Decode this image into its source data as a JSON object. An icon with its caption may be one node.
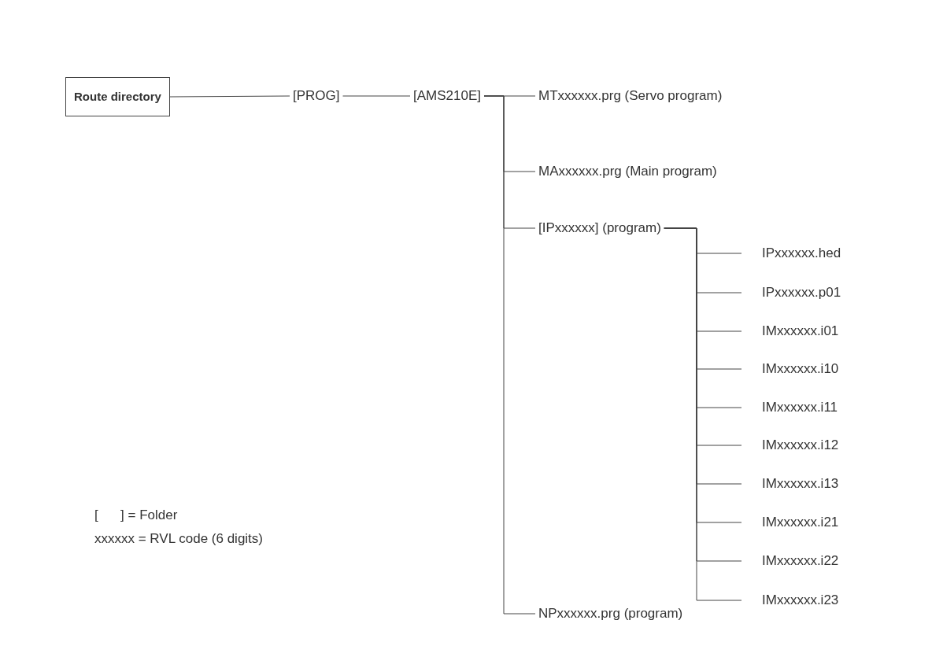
{
  "diagram": {
    "nodes": [
      {
        "text": [
          "Route directory"
        ]
      },
      {
        "text": [
          "[PROG]"
        ]
      },
      {
        "text": [
          "[AMS210E]"
        ]
      },
      {
        "text": [
          "MTxxxxxx.prg (Servo program)"
        ]
      },
      {
        "text": [
          "MAxxxxxx.prg (Main program)"
        ]
      },
      {
        "text": [
          "[IPxxxxxx] (program)"
        ]
      },
      {
        "text": [
          "IPxxxxxx.hed"
        ]
      },
      {
        "text": [
          "IPxxxxxx.p01"
        ]
      },
      {
        "text": [
          "IMxxxxxx.i01"
        ]
      },
      {
        "text": [
          "IMxxxxxx.i10"
        ]
      },
      {
        "text": [
          "IMxxxxxx.i11"
        ]
      },
      {
        "text": [
          "IMxxxxxx.i12"
        ]
      },
      {
        "text": [
          "IMxxxxxx.i13"
        ]
      },
      {
        "text": [
          "IMxxxxxx.i21"
        ]
      },
      {
        "text": [
          "IMxxxxxx.i22"
        ]
      },
      {
        "text": [
          "IMxxxxxx.i23"
        ]
      },
      {
        "text": [
          "NPxxxxxx.prg (program)"
        ]
      }
    ],
    "edges": [
      {
        "from": 0,
        "to": 1,
        "arrow": "none"
      },
      {
        "from": 1,
        "to": 2,
        "arrow": "none"
      },
      {
        "from": 2,
        "to": 3,
        "arrow": "none"
      },
      {
        "from": 2,
        "to": 4,
        "arrow": "none"
      },
      {
        "from": 2,
        "to": 5,
        "arrow": "none"
      },
      {
        "from": 5,
        "to": 6,
        "arrow": "none"
      },
      {
        "from": 5,
        "to": 7,
        "arrow": "none"
      },
      {
        "from": 5,
        "to": 8,
        "arrow": "none"
      },
      {
        "from": 5,
        "to": 9,
        "arrow": "none"
      },
      {
        "from": 5,
        "to": 10,
        "arrow": "none"
      },
      {
        "from": 5,
        "to": 11,
        "arrow": "none"
      },
      {
        "from": 5,
        "to": 12,
        "arrow": "none"
      },
      {
        "from": 5,
        "to": 13,
        "arrow": "none"
      },
      {
        "from": 5,
        "to": 14,
        "arrow": "none"
      },
      {
        "from": 5,
        "to": 15,
        "arrow": "none"
      },
      {
        "from": 2,
        "to": 16,
        "arrow": "none"
      }
    ],
    "labels": [
      "[      ] = Folder",
      "xxxxxx = RVL code (6 digits)"
    ]
  }
}
